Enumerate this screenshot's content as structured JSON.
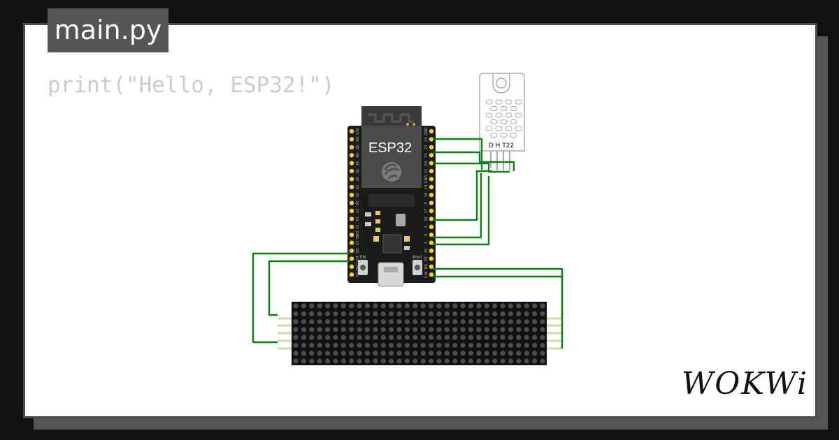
{
  "tab": {
    "filename": "main.py"
  },
  "code": {
    "line": "print(\"Hello, ESP32!\")"
  },
  "board": {
    "module_label": "ESP32",
    "left_pins": [
      "3V3",
      "EN",
      "VP",
      "VN",
      "34",
      "35",
      "32",
      "33",
      "25",
      "26",
      "27",
      "14",
      "12",
      "GND",
      "13",
      "D2",
      "D3",
      "CMD",
      "5V"
    ],
    "right_pins": [
      "GND",
      "23",
      "22",
      "TX",
      "RX",
      "21",
      "GND",
      "19",
      "18",
      "5",
      "17",
      "16",
      "4",
      "0",
      "2",
      "15",
      "D1",
      "D0",
      "CLK"
    ],
    "button_left_label": "EN",
    "button_right_label": "Boot"
  },
  "sensor": {
    "label": "D H T22"
  },
  "brand": {
    "logo_text": "WOKWi"
  },
  "colors": {
    "wire": "#0a7f12",
    "board": "#1b1b1b",
    "pin": "#f3d21a",
    "card_border": "#4a4a4a",
    "tab_bg": "#555555"
  }
}
